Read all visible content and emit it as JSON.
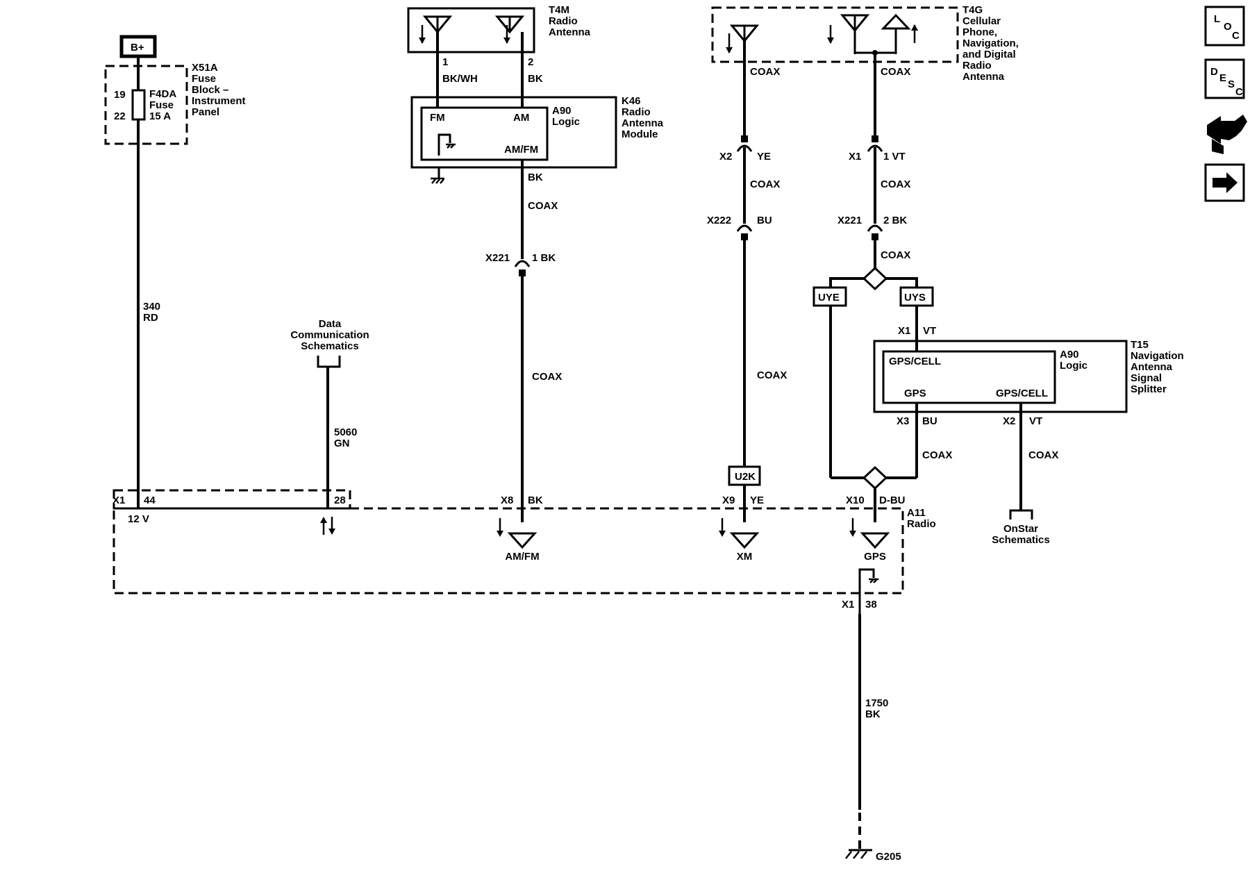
{
  "nav": {
    "loc_letters": [
      "L",
      "O",
      "C"
    ],
    "desc_letters": [
      "D",
      "E",
      "S",
      "C"
    ],
    "icon_service": "wrench-connector-icon",
    "icon_next": "arrow-right-icon"
  },
  "power": {
    "bplus": "B+"
  },
  "fuse_block": {
    "name_lines": [
      "X51A",
      "Fuse",
      "Block –",
      "Instrument",
      "Panel"
    ],
    "pin_in": "19",
    "pin_out": "22",
    "fuse_lines": [
      "F4DA",
      "Fuse",
      "15 A"
    ]
  },
  "wires": {
    "power_circuit": [
      "340",
      "RD"
    ],
    "data_circuit": [
      "5060",
      "GN"
    ],
    "ground_circuit": [
      "1750",
      "BK"
    ]
  },
  "data_comm": {
    "lines": [
      "Data",
      "Communication",
      "Schematics"
    ]
  },
  "t4m": {
    "name_lines": [
      "T4M",
      "Radio",
      "Antenna"
    ],
    "pin1": "1",
    "pin2": "2",
    "wire1_color": "BK/WH",
    "wire2_color": "BK"
  },
  "k46": {
    "name_lines": [
      "K46",
      "Radio",
      "Antenna",
      "Module"
    ],
    "logic_lines": [
      "A90",
      "Logic"
    ],
    "fm": "FM",
    "am": "AM",
    "amfm": "AM/FM",
    "out_color": "BK",
    "coax1": "COAX",
    "conn": "X221",
    "conn_pin": "1 BK",
    "coax2": "COAX"
  },
  "t4g": {
    "name_lines": [
      "T4G",
      "Cellular",
      "Phone,",
      "Navigation,",
      "and Digital",
      "Radio",
      "Antenna"
    ],
    "coax_left": "COAX",
    "coax_right": "COAX"
  },
  "xm_path": {
    "conn1": "X2",
    "conn1_color": "YE",
    "coax1": "COAX",
    "conn2": "X222",
    "conn2_color": "BU",
    "coax2": "COAX",
    "option": "U2K"
  },
  "gps_path": {
    "conn1": "X1",
    "conn1_pin": "1 VT",
    "coax1": "COAX",
    "conn2": "X221",
    "conn2_pin": "2 BK",
    "coax2": "COAX",
    "option_left": "UYE",
    "option_right": "UYS",
    "splitter_in_conn": "X1",
    "splitter_in_color": "VT"
  },
  "t15": {
    "name_lines": [
      "T15",
      "Navigation",
      "Antenna",
      "Signal",
      "Splitter"
    ],
    "logic_lines": [
      "A90",
      "Logic"
    ],
    "gps_cell_in": "GPS/CELL",
    "gps": "GPS",
    "gps_cell_out": "GPS/CELL",
    "x3": "X3",
    "x3_color": "BU",
    "x2": "X2",
    "x2_color": "VT",
    "coax_gps": "COAX",
    "coax_onstar": "COAX"
  },
  "onstar": {
    "lines": [
      "OnStar",
      "Schematics"
    ]
  },
  "radio": {
    "name_lines": [
      "A11",
      "Radio"
    ],
    "x1": "X1",
    "pin44": "44",
    "pin28": "28",
    "v12": "12 V",
    "x8": "X8",
    "x8_color": "BK",
    "amfm": "AM/FM",
    "x9": "X9",
    "x9_color": "YE",
    "xm": "XM",
    "x10": "X10",
    "x10_color": "D-BU",
    "gps": "GPS",
    "gnd_conn": "X1",
    "gnd_pin": "38"
  },
  "ground": {
    "name": "G205"
  }
}
